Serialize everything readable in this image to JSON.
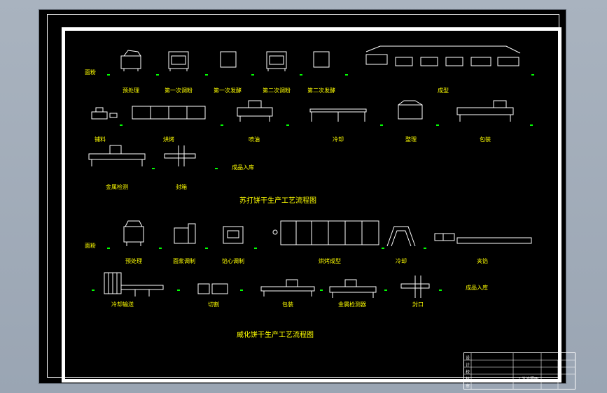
{
  "diagram1": {
    "title": "苏打饼干生产工艺流程图",
    "row1": [
      {
        "id": "r1-start",
        "label": "面粉"
      },
      {
        "id": "r1-pre",
        "label": "预处理"
      },
      {
        "id": "r1-mix1",
        "label": "第一次调粉"
      },
      {
        "id": "r1-ferm1",
        "label": "第一次发酵"
      },
      {
        "id": "r1-mix2",
        "label": "第二次调粉"
      },
      {
        "id": "r1-ferm2",
        "label": "第二次发酵"
      },
      {
        "id": "r1-form",
        "label": "成型"
      }
    ],
    "row2": [
      {
        "id": "r2-feed",
        "label": "铺料"
      },
      {
        "id": "r2-bake",
        "label": "烘烤"
      },
      {
        "id": "r2-oil",
        "label": "喷油"
      },
      {
        "id": "r2-cool",
        "label": "冷却"
      },
      {
        "id": "r2-sort",
        "label": "整理"
      },
      {
        "id": "r2-pack",
        "label": "包装"
      }
    ],
    "row3": [
      {
        "id": "r3-metal",
        "label": "金属检测"
      },
      {
        "id": "r3-box",
        "label": "封箱"
      },
      {
        "id": "r3-store",
        "label": "成品入库"
      }
    ]
  },
  "diagram2": {
    "title": "威化饼干生产工艺流程图",
    "row1": [
      {
        "id": "w1-start",
        "label": "面粉"
      },
      {
        "id": "w1-pre",
        "label": "预处理"
      },
      {
        "id": "w1-batter",
        "label": "面浆调制"
      },
      {
        "id": "w1-filling",
        "label": "馅心调制"
      },
      {
        "id": "w1-bake",
        "label": "烘烤成型"
      },
      {
        "id": "w1-cool",
        "label": "冷却"
      },
      {
        "id": "w1-sandwich",
        "label": "夹馅"
      }
    ],
    "row2": [
      {
        "id": "w2-convey",
        "label": "冷却输送"
      },
      {
        "id": "w2-cut",
        "label": "切割"
      },
      {
        "id": "w2-pack",
        "label": "包装"
      },
      {
        "id": "w2-metal",
        "label": "金属检测器"
      },
      {
        "id": "w2-seal",
        "label": "封口"
      },
      {
        "id": "w2-store",
        "label": "成品入库"
      }
    ]
  },
  "title_block": {
    "cells": [
      "设",
      "计",
      "校",
      "核",
      "审",
      "工艺流程图"
    ]
  },
  "colors": {
    "label": "#ffff00",
    "connector": "#00ff00",
    "line": "#ffffff",
    "bg": "#000000"
  }
}
